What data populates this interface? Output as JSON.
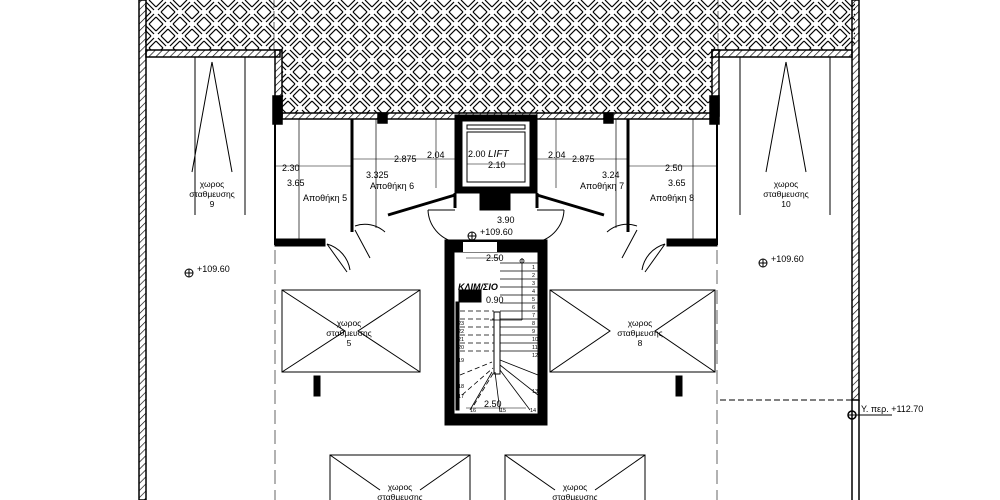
{
  "parking": [
    {
      "label": "χωρος",
      "label2": "σταθμευσης",
      "number": "9"
    },
    {
      "label": "χωρος",
      "label2": "σταθμευσης",
      "number": "10"
    },
    {
      "label": "χωρος",
      "label2": "σταθμευσης",
      "number": "5"
    },
    {
      "label": "χωρος",
      "label2": "σταθμευσης",
      "number": "8"
    },
    {
      "label": "χωρος",
      "label2": "σταθμευσης"
    },
    {
      "label": "χωρος",
      "label2": "σταθμευσης"
    }
  ],
  "storage": [
    {
      "name": "Αποθήκη 5",
      "w": "2.30",
      "h": "3.65"
    },
    {
      "name": "Αποθήκη 6",
      "w": "2.875",
      "h": "3.325",
      "d": "2.04"
    },
    {
      "name": "Αποθήκη 7",
      "w": "2.875",
      "h": "3.24",
      "d": "2.04"
    },
    {
      "name": "Αποθήκη 8",
      "w": "2.50",
      "h": "3.65"
    }
  ],
  "lift": {
    "label": "LIFT",
    "h": "2.00",
    "w": "2.10"
  },
  "lobby": {
    "depth": "3.90",
    "level": "+109.60"
  },
  "stair": {
    "label": "ΚΛΙΜ/ΣΙΟ",
    "width_top": "2.50",
    "width_bottom": "2.50",
    "landing": "0.90",
    "steps": [
      "1",
      "2",
      "3",
      "4",
      "5",
      "6",
      "7",
      "8",
      "9",
      "10",
      "11",
      "12",
      "13",
      "14",
      "15",
      "16",
      "17",
      "18",
      "19",
      "20",
      "21",
      "22",
      "23"
    ]
  },
  "levels": {
    "left": "+109.60",
    "right": "+109.60",
    "ref": "Υ. περ. +112.70"
  }
}
